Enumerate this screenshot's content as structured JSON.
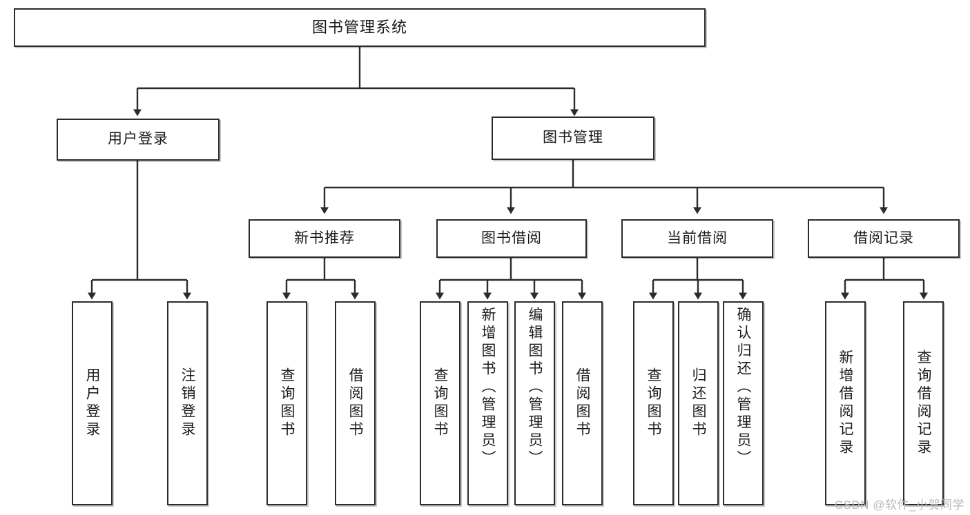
{
  "diagram": {
    "title": "图书管理系统",
    "type": "hierarchy-tree",
    "watermark": "CSDN @软件_小贺同学",
    "colors": {
      "box_border": "#2b2b2b",
      "box_fill": "#ffffff",
      "connector": "#2b2b2b",
      "text": "#1c1c1c",
      "watermark": "#b9b9b9"
    },
    "root": {
      "label": "图书管理系统"
    },
    "level2": [
      {
        "label": "用户登录"
      },
      {
        "label": "图书管理"
      }
    ],
    "level3": [
      {
        "label": "新书推荐"
      },
      {
        "label": "图书借阅"
      },
      {
        "label": "当前借阅"
      },
      {
        "label": "借阅记录"
      }
    ],
    "leaves": {
      "user_login": [
        {
          "label": "用户登录"
        },
        {
          "label": "注销登录"
        }
      ],
      "new_book_recommend": [
        {
          "label": "查询图书"
        },
        {
          "label": "借阅图书"
        }
      ],
      "book_borrow": [
        {
          "label": "查询图书"
        },
        {
          "label": "新增图书（管理员）"
        },
        {
          "label": "编辑图书（管理员）"
        },
        {
          "label": "借阅图书"
        }
      ],
      "current_borrow": [
        {
          "label": "查询图书"
        },
        {
          "label": "归还图书"
        },
        {
          "label": "确认归还（管理员）"
        }
      ],
      "borrow_records": [
        {
          "label": "新增借阅记录"
        },
        {
          "label": "查询借阅记录"
        }
      ]
    }
  }
}
